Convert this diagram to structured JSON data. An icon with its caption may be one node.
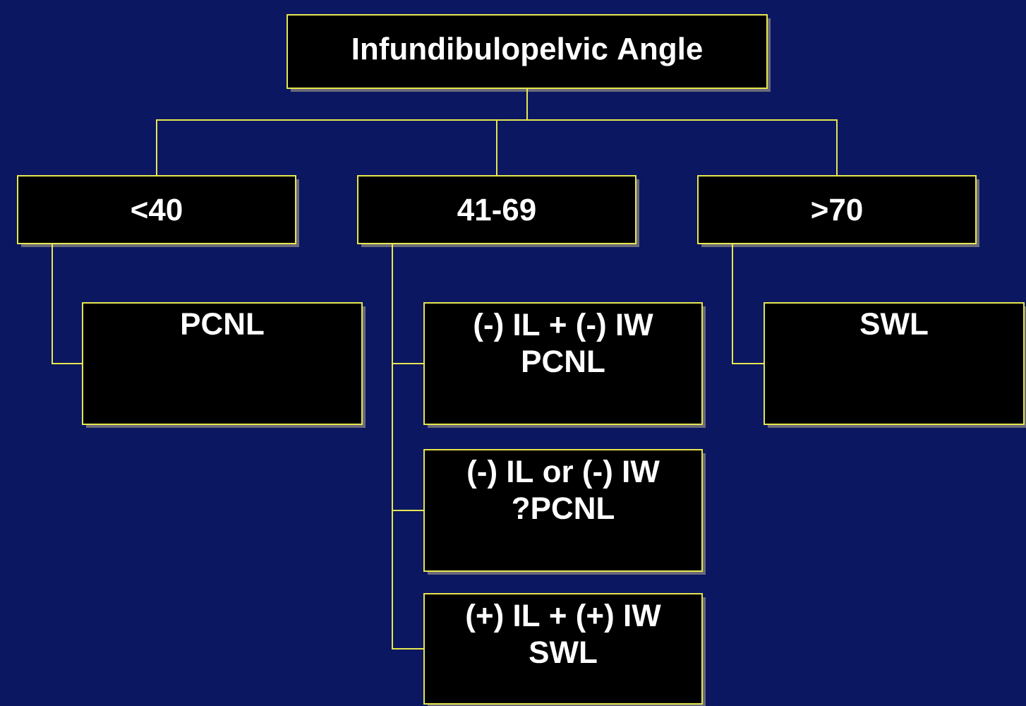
{
  "diagram": {
    "nodes": [
      {
        "text": [
          "Infundibulopelvic Angle"
        ]
      },
      {
        "text": [
          "<40"
        ]
      },
      {
        "text": [
          "41-69"
        ]
      },
      {
        "text": [
          ">70"
        ]
      },
      {
        "text": [
          "PCNL"
        ]
      },
      {
        "text": [
          "(-) IL + (-) IW PCNL"
        ]
      },
      {
        "text": [
          "(-) IL or (-) IW ?PCNL"
        ]
      },
      {
        "text": [
          "(+) IL + (+) IW SWL"
        ]
      },
      {
        "text": [
          "SWL"
        ]
      }
    ],
    "edges": [
      {
        "from": 0,
        "to": 1,
        "arrow": "none"
      },
      {
        "from": 0,
        "to": 2,
        "arrow": "none"
      },
      {
        "from": 0,
        "to": 3,
        "arrow": "none"
      },
      {
        "from": 1,
        "to": 4,
        "arrow": "none"
      },
      {
        "from": 2,
        "to": 5,
        "arrow": "none"
      },
      {
        "from": 2,
        "to": 6,
        "arrow": "none"
      },
      {
        "from": 2,
        "to": 7,
        "arrow": "none"
      },
      {
        "from": 3,
        "to": 8,
        "arrow": "none"
      }
    ]
  }
}
